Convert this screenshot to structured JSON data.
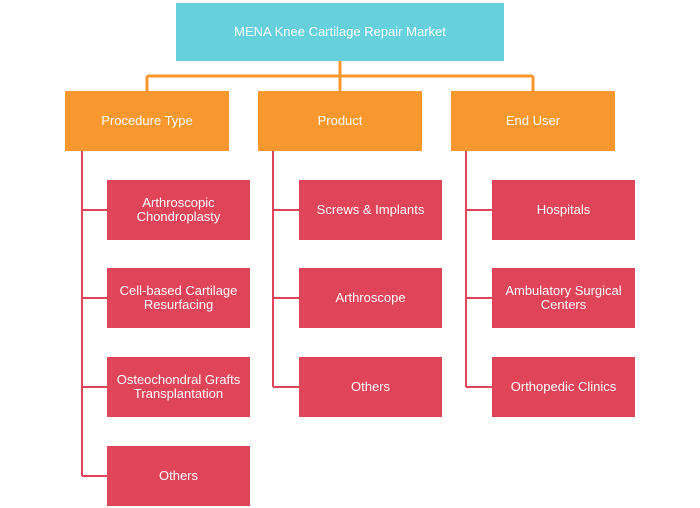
{
  "diagram": {
    "root": {
      "label": "MENA Knee Cartilage Repair Market"
    },
    "categories": [
      {
        "label": "Procedure Type",
        "items": [
          "Arthroscopic Chondroplasty",
          "Cell-based Cartilage Resurfacing",
          "Osteochondral Grafts Transplantation",
          "Others"
        ]
      },
      {
        "label": "Product",
        "items": [
          "Screws & Implants",
          "Arthroscope",
          "Others"
        ]
      },
      {
        "label": "End User",
        "items": [
          "Hospitals",
          "Ambulatory Surgical Centers",
          "Orthopedic Clinics"
        ]
      }
    ]
  },
  "colors": {
    "root_fill": "#66d0dc",
    "category_fill": "#f8982e",
    "leaf_fill": "#e04458",
    "root_connector": "#f8982e",
    "leaf_connector": "#e04458"
  }
}
